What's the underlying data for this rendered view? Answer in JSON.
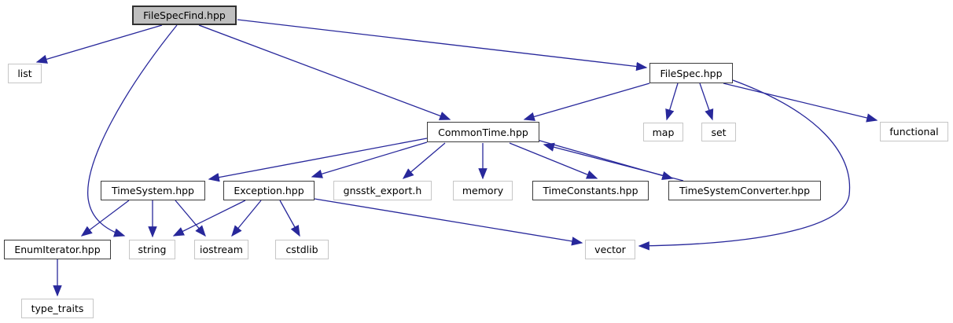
{
  "graph": {
    "kind": "doxygen-include-dependency-graph",
    "root_file": "FileSpecFind.hpp",
    "colors": {
      "edge": "#28289b",
      "project_node_border": "#3c3c3c",
      "system_node_border": "#c6c6c6",
      "root_node_fill": "#bfbfbf",
      "background": "#ffffff"
    },
    "nodes": [
      {
        "label": "FileSpecFind.hpp",
        "kind": "root"
      },
      {
        "label": "list",
        "kind": "system"
      },
      {
        "label": "FileSpec.hpp",
        "kind": "project"
      },
      {
        "label": "CommonTime.hpp",
        "kind": "project"
      },
      {
        "label": "map",
        "kind": "system"
      },
      {
        "label": "set",
        "kind": "system"
      },
      {
        "label": "functional",
        "kind": "system"
      },
      {
        "label": "TimeSystem.hpp",
        "kind": "project"
      },
      {
        "label": "Exception.hpp",
        "kind": "project"
      },
      {
        "label": "gnsstk_export.h",
        "kind": "system"
      },
      {
        "label": "memory",
        "kind": "system"
      },
      {
        "label": "TimeConstants.hpp",
        "kind": "project"
      },
      {
        "label": "TimeSystemConverter.hpp",
        "kind": "project"
      },
      {
        "label": "EnumIterator.hpp",
        "kind": "project"
      },
      {
        "label": "string",
        "kind": "system"
      },
      {
        "label": "iostream",
        "kind": "system"
      },
      {
        "label": "cstdlib",
        "kind": "system"
      },
      {
        "label": "vector",
        "kind": "system"
      },
      {
        "label": "type_traits",
        "kind": "system"
      }
    ],
    "edges": [
      {
        "from": "FileSpecFind.hpp",
        "to": "list"
      },
      {
        "from": "FileSpecFind.hpp",
        "to": "string"
      },
      {
        "from": "FileSpecFind.hpp",
        "to": "CommonTime.hpp"
      },
      {
        "from": "FileSpecFind.hpp",
        "to": "FileSpec.hpp"
      },
      {
        "from": "FileSpec.hpp",
        "to": "CommonTime.hpp"
      },
      {
        "from": "FileSpec.hpp",
        "to": "map"
      },
      {
        "from": "FileSpec.hpp",
        "to": "set"
      },
      {
        "from": "FileSpec.hpp",
        "to": "functional"
      },
      {
        "from": "FileSpec.hpp",
        "to": "vector"
      },
      {
        "from": "CommonTime.hpp",
        "to": "TimeSystem.hpp"
      },
      {
        "from": "CommonTime.hpp",
        "to": "Exception.hpp"
      },
      {
        "from": "CommonTime.hpp",
        "to": "gnsstk_export.h"
      },
      {
        "from": "CommonTime.hpp",
        "to": "memory"
      },
      {
        "from": "CommonTime.hpp",
        "to": "TimeConstants.hpp"
      },
      {
        "from": "CommonTime.hpp",
        "to": "TimeSystemConverter.hpp"
      },
      {
        "from": "TimeSystemConverter.hpp",
        "to": "CommonTime.hpp"
      },
      {
        "from": "TimeSystem.hpp",
        "to": "EnumIterator.hpp"
      },
      {
        "from": "TimeSystem.hpp",
        "to": "string"
      },
      {
        "from": "TimeSystem.hpp",
        "to": "iostream"
      },
      {
        "from": "Exception.hpp",
        "to": "string"
      },
      {
        "from": "Exception.hpp",
        "to": "iostream"
      },
      {
        "from": "Exception.hpp",
        "to": "cstdlib"
      },
      {
        "from": "Exception.hpp",
        "to": "vector"
      },
      {
        "from": "EnumIterator.hpp",
        "to": "type_traits"
      }
    ]
  }
}
